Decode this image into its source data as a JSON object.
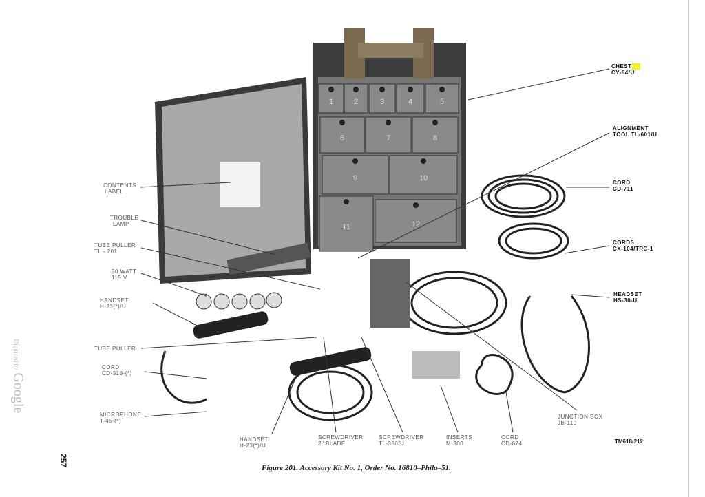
{
  "figure": {
    "caption": "Figure 201.   Accessory Kit No. 1, Order No. 16810–Phila–51.",
    "drawing_code": "TM618-212",
    "drawer_numbers": [
      "1",
      "2",
      "3",
      "4",
      "5",
      "6",
      "7",
      "8",
      "9",
      "10",
      "11",
      "12"
    ]
  },
  "labels": {
    "contents_label": [
      "CONTENTS",
      "LABEL"
    ],
    "trouble_lamp": [
      "TROUBLE",
      "LAMP"
    ],
    "tube_puller_tl201": [
      "TUBE PULLER",
      "TL - 201"
    ],
    "watt": [
      "50 WATT",
      "115 V"
    ],
    "handset_left": [
      "HANDSET",
      "H-23(*)/U"
    ],
    "tube_puller": [
      "TUBE PULLER"
    ],
    "cord_cd318": [
      "CORD",
      "CD-318-(*)"
    ],
    "microphone": [
      "MICROPHONE",
      "T-45-(*)"
    ],
    "chest": [
      "CHEST",
      "CY-64/U"
    ],
    "alignment_tool": [
      "ALIGNMENT",
      "TOOL TL-601/U"
    ],
    "cord_cd711": [
      "CORD",
      "CD-711"
    ],
    "cords_cx104": [
      "CORDS",
      "CX-104/TRC-1"
    ],
    "headset": [
      "HEADSET",
      "HS-30-U"
    ],
    "junction_box": [
      "JUNCTION BOX",
      "JB-110"
    ],
    "handset_bottom": [
      "HANDSET",
      "H-23(*)/U"
    ],
    "screwdriver_2in": [
      "SCREWDRIVER",
      "2\" BLADE"
    ],
    "screwdriver_tl360": [
      "SCREWDRIVER",
      "TL-360/U"
    ],
    "inserts": [
      "INSERTS",
      "M-300"
    ],
    "cord_cd874": [
      "CORD",
      "CD-874"
    ]
  },
  "page_number": "257",
  "watermark": {
    "prefix": "Digitized by",
    "brand": "Google"
  }
}
